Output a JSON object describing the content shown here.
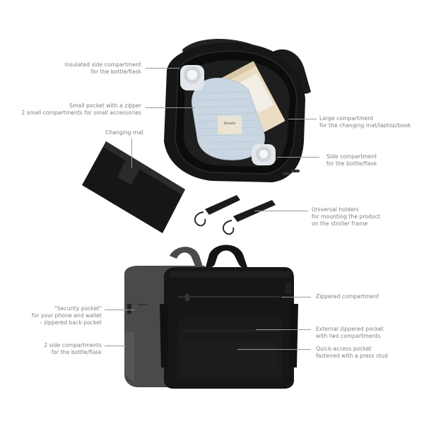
{
  "callouts": {
    "insulated": {
      "line1": "Insulated side compartment",
      "line2": "for the bottle/flask"
    },
    "small_pocket": {
      "line1": "Small pocket with a zipper",
      "line2": "2 small compartments for small accessories"
    },
    "changing_mat": {
      "line1": "Changing mat"
    },
    "large_compartment": {
      "line1": "Large compartment",
      "line2": "for the changing mat/laptop/book"
    },
    "side_compartment": {
      "line1": "Side compartment",
      "line2": "for the bottle/flask"
    },
    "universal_holders": {
      "line1": "Universal holders",
      "line2": "for mounting the product",
      "line3": "on the stroller frame"
    },
    "zippered_compartment": {
      "line1": "Zippered compartment"
    },
    "security_pocket": {
      "line1": "\"Security pocket\"",
      "line2": "for your phone and wallet",
      "line3": "– zippered back pocket"
    },
    "external_pocket": {
      "line1": "External zippered pocket",
      "line2": "with two compartments"
    },
    "side_compartments": {
      "line1": "2 side compartments",
      "line2": "for the bottle/flask"
    },
    "quick_access": {
      "line1": "Quick-access pocket",
      "line2": "fastened with a press stud"
    }
  },
  "brand_tag": "lionelo",
  "colors": {
    "bag": "#161616",
    "bag_back": "#3a3a3a",
    "label_text": "#7e7e7e",
    "leader_line": "#9a9a9a",
    "background": "#ffffff"
  }
}
